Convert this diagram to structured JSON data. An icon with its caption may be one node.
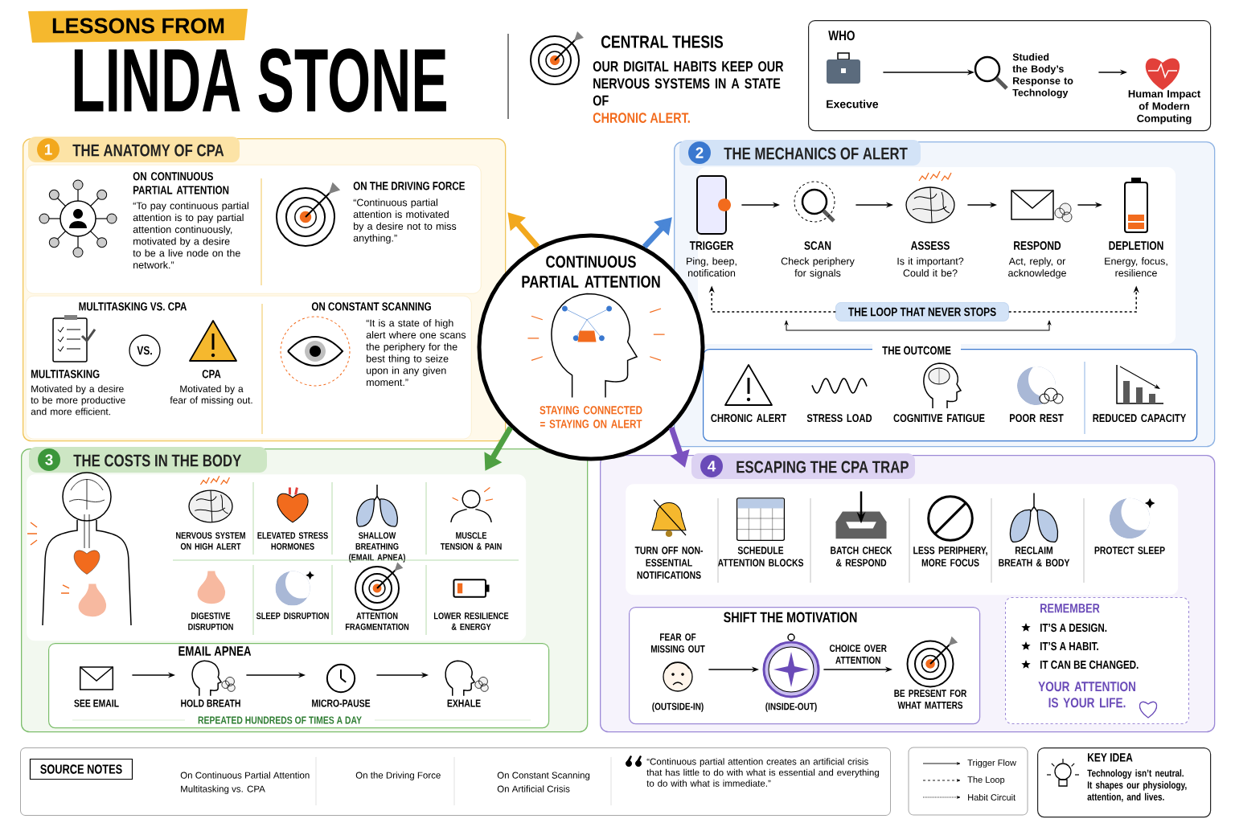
{
  "diagram": {
    "title": "LINDA STONE",
    "nodes": [
      {
        "text": [
          "CONTINUOUS PARTIAL ATTENTION",
          "STAYING CONNECTED = STAYING ON ALERT"
        ]
      },
      {
        "text": [
          "WHO"
        ]
      },
      {
        "text": [
          "Executive"
        ],
        "in": 1
      },
      {
        "text": [
          "Studied the Body’s Response to Technology"
        ],
        "in": 1
      },
      {
        "text": [
          "Human Impact of Modern Computing"
        ],
        "in": 1
      },
      {
        "text": [
          "1",
          "THE ANATOMY OF CPA"
        ]
      },
      {
        "text": [
          "ON CONTINUOUS PARTIAL ATTENTION",
          "“To pay continuous partial attention is to pay partial attention continuously, motivated by a desire to be a live node on the network.”",
          "ON THE DRIVING FORCE",
          "“Continuous partial attention is motivated by a desire not to miss anything.”"
        ],
        "in": 5
      },
      {
        "text": [
          "MULTITASKING VS. CPA",
          "MULTITASKING",
          "Motivated by a desire to be more productive and more efficient.",
          "CPA",
          "Motivated by a fear of missing out.",
          "ON CONSTANT SCANNING",
          "“It is a state of high alert where one scans the periphery for the best thing to seize upon in any given moment.”"
        ],
        "in": 5
      },
      {
        "text": [
          "VS."
        ],
        "in": 7
      },
      {
        "text": [
          "2",
          "THE MECHANICS OF ALERT"
        ]
      },
      {
        "text": [
          "TRIGGER",
          "Ping, beep, notification"
        ],
        "in": 9
      },
      {
        "text": [
          "SCAN",
          "Check periphery for signals"
        ],
        "in": 9
      },
      {
        "text": [
          "ASSESS",
          "Is it important? Could it be?"
        ],
        "in": 9
      },
      {
        "text": [
          "RESPOND",
          "Act, reply, or acknowledge"
        ],
        "in": 9
      },
      {
        "text": [
          "DEPLETION",
          "Energy, focus, resilience"
        ],
        "in": 9
      },
      {
        "text": [
          "THE LOOP THAT NEVER STOPS"
        ],
        "in": 9
      },
      {
        "text": [
          "THE OUTCOME",
          "CHRONIC ALERT",
          "STRESS LOAD",
          "COGNITIVE FATIGUE",
          "POOR REST",
          "REDUCED CAPACITY"
        ],
        "in": 9
      },
      {
        "text": [
          "3",
          "THE COSTS IN THE BODY"
        ]
      },
      {
        "text": [
          "NERVOUS SYSTEM ON HIGH ALERT",
          "ELEVATED STRESS HORMONES",
          "SHALLOW BREATHING (EMAIL APNEA)",
          "MUSCLE TENSION & PAIN",
          "DIGESTIVE DISRUPTION",
          "SLEEP DISRUPTION",
          "ATTENTION FRAGMENTATION",
          "LOWER RESILIENCE & ENERGY"
        ],
        "in": 17
      },
      {
        "text": [
          "EMAIL APNEA",
          "REPEATED HUNDREDS OF TIMES A DAY"
        ],
        "in": 17
      },
      {
        "text": [
          "SEE EMAIL"
        ],
        "in": 19
      },
      {
        "text": [
          "HOLD BREATH"
        ],
        "in": 19
      },
      {
        "text": [
          "MICRO-PAUSE"
        ],
        "in": 19
      },
      {
        "text": [
          "EXHALE"
        ],
        "in": 19
      },
      {
        "text": [
          "4",
          "ESCAPING THE CPA TRAP"
        ]
      },
      {
        "text": [
          "TURN OFF NON-ESSENTIAL NOTIFICATIONS",
          "SCHEDULE ATTENTION BLOCKS",
          "BATCH CHECK & RESPOND",
          "LESS PERIPHERY, MORE FOCUS",
          "RECLAIM BREATH & BODY",
          "PROTECT SLEEP"
        ],
        "in": 24
      },
      {
        "text": [
          "SHIFT THE MOTIVATION"
        ],
        "in": 24
      },
      {
        "text": [
          "FEAR OF MISSING OUT",
          "(OUTSIDE-IN)"
        ],
        "in": 26
      },
      {
        "text": [
          "(INSIDE-OUT)"
        ],
        "in": 26
      },
      {
        "text": [
          "BE PRESENT FOR WHAT MATTERS"
        ],
        "in": 26
      },
      {
        "text": [
          "REMEMBER",
          "IT’S A DESIGN.",
          "IT’S A HABIT.",
          "IT CAN BE CHANGED.",
          "YOUR ATTENTION IS YOUR LIFE."
        ],
        "in": 24
      },
      {
        "text": [
          "On Continuous Partial Attention",
          "Multitasking vs. CPA",
          "On the Driving Force",
          "On Constant Scanning",
          "On Artificial Crisis",
          "“Continuous partial attention creates an artificial crisis that has little to do with what is essential and everything to do with what is immediate.”"
        ]
      },
      {
        "text": [
          "SOURCE NOTES"
        ],
        "in": 31
      },
      {
        "text": [
          "KEY IDEA",
          "Technology isn’t neutral. It shapes our physiology, attention, and lives."
        ]
      }
    ],
    "edges": [
      {
        "from": 0,
        "to": 5,
        "arrow": "to",
        "style": "thick",
        "color": "#f2a81d"
      },
      {
        "from": 0,
        "to": 9,
        "arrow": "to",
        "style": "thick",
        "color": "#4a86d6"
      },
      {
        "from": 0,
        "to": 17,
        "arrow": "to",
        "style": "thick",
        "color": "#4fa043"
      },
      {
        "from": 0,
        "to": 24,
        "arrow": "to",
        "style": "thick",
        "color": "#7b52c0"
      },
      {
        "from": 2,
        "to": 3,
        "arrow": "to"
      },
      {
        "from": 3,
        "to": 4,
        "arrow": "to"
      },
      {
        "from": 10,
        "to": 11,
        "arrow": "to"
      },
      {
        "from": 11,
        "to": 12,
        "arrow": "to"
      },
      {
        "from": 12,
        "to": 13,
        "arrow": "to"
      },
      {
        "from": 13,
        "to": 14,
        "arrow": "to"
      },
      {
        "from": 15,
        "to": 10,
        "arrow": "to",
        "style": "dashed"
      },
      {
        "from": 15,
        "to": 14,
        "arrow": "to",
        "style": "dashed"
      },
      {
        "from": 20,
        "to": 21,
        "arrow": "to"
      },
      {
        "from": 21,
        "to": 22,
        "arrow": "to"
      },
      {
        "from": 22,
        "to": 23,
        "arrow": "to"
      },
      {
        "from": 27,
        "to": 28,
        "arrow": "to"
      },
      {
        "from": 28,
        "to": 29,
        "arrow": "to",
        "label": "CHOICE OVER ATTENTION"
      }
    ],
    "labels": [
      "LESSONS FROM",
      "CENTRAL THESIS",
      "OUR DIGITAL HABITS KEEP OUR NERVOUS SYSTEMS IN A STATE OF",
      "CHRONIC ALERT."
    ],
    "legend": [
      {
        "text": "Trigger Flow"
      },
      {
        "text": "The Loop"
      },
      {
        "text": "Habit Circuit"
      }
    ]
  }
}
